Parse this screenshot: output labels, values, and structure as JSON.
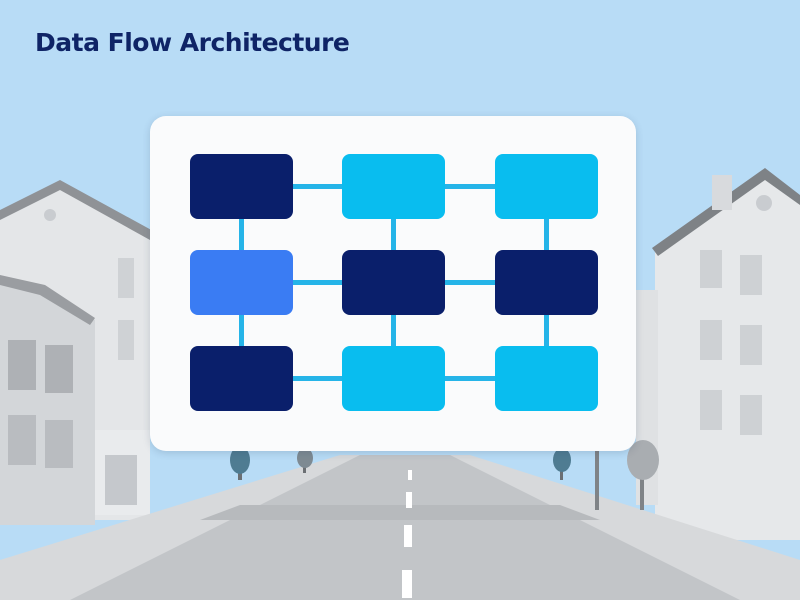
{
  "title": "Data Flow Architecture",
  "colors": {
    "sky": "#b8dcf6",
    "panel": "#fafbfc",
    "connector": "#25b4e8",
    "dark_block": "#0a1f6b",
    "cyan_block": "#09bdef",
    "blue_block": "#3a7cf3",
    "title_text": "#0f2466"
  },
  "diagram": {
    "rows": 3,
    "cols": 3,
    "blocks": [
      {
        "row": 0,
        "col": 0,
        "color": "dark_block"
      },
      {
        "row": 0,
        "col": 1,
        "color": "cyan_block"
      },
      {
        "row": 0,
        "col": 2,
        "color": "cyan_block"
      },
      {
        "row": 1,
        "col": 0,
        "color": "blue_block"
      },
      {
        "row": 1,
        "col": 1,
        "color": "dark_block"
      },
      {
        "row": 1,
        "col": 2,
        "color": "dark_block"
      },
      {
        "row": 2,
        "col": 0,
        "color": "dark_block"
      },
      {
        "row": 2,
        "col": 1,
        "color": "cyan_block"
      },
      {
        "row": 2,
        "col": 2,
        "color": "cyan_block"
      }
    ],
    "connections": [
      {
        "from": [
          0,
          0
        ],
        "to": [
          0,
          1
        ]
      },
      {
        "from": [
          0,
          1
        ],
        "to": [
          0,
          2
        ]
      },
      {
        "from": [
          1,
          0
        ],
        "to": [
          1,
          1
        ]
      },
      {
        "from": [
          1,
          1
        ],
        "to": [
          1,
          2
        ]
      },
      {
        "from": [
          2,
          0
        ],
        "to": [
          2,
          1
        ]
      },
      {
        "from": [
          2,
          1
        ],
        "to": [
          2,
          2
        ]
      },
      {
        "from": [
          0,
          0
        ],
        "to": [
          1,
          0
        ]
      },
      {
        "from": [
          1,
          0
        ],
        "to": [
          2,
          0
        ]
      },
      {
        "from": [
          0,
          1
        ],
        "to": [
          1,
          1
        ]
      },
      {
        "from": [
          1,
          1
        ],
        "to": [
          2,
          1
        ]
      },
      {
        "from": [
          0,
          2
        ],
        "to": [
          1,
          2
        ]
      },
      {
        "from": [
          1,
          2
        ],
        "to": [
          2,
          2
        ]
      }
    ]
  }
}
